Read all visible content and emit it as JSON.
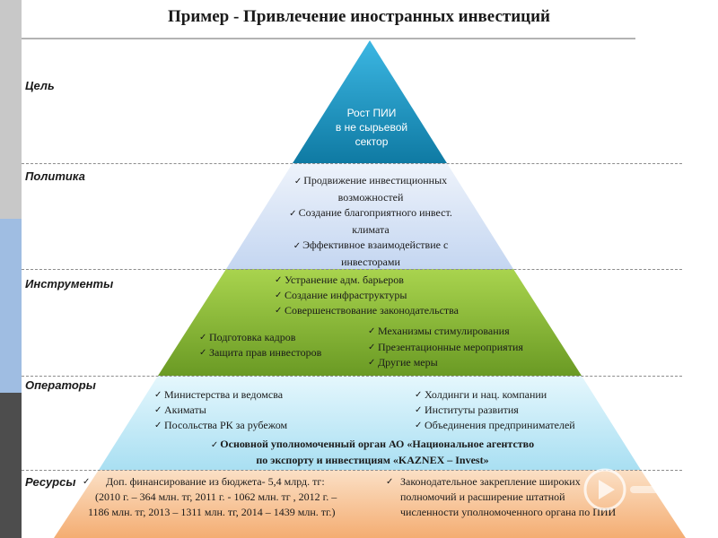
{
  "title": "Пример - Привлечение иностранных инвестиций",
  "levels": {
    "goal": "Цель",
    "policy": "Политика",
    "tools": "Инструменты",
    "operators": "Операторы",
    "resources": "Ресурсы"
  },
  "apex": {
    "line1": "Рост ПИИ",
    "line2": "в не сырьевой",
    "line3": "сектор"
  },
  "policy_items": [
    "Продвижение инвестиционных возможностей",
    "Создание благоприятного инвест. климата",
    "Эффективное взаимодействие с инвесторами"
  ],
  "tools": {
    "top": [
      "Устранение адм. барьеров",
      "Создание инфраструктуры",
      "Совершенствование законодательства"
    ],
    "left": [
      "Подготовка кадров",
      "Защита прав инвесторов"
    ],
    "right": [
      "Механизмы стимулирования",
      "Презентационные мероприятия",
      "Другие меры"
    ]
  },
  "operators": {
    "left": [
      "Министерства и ведомсва",
      "Акиматы",
      "Посольства РК  за рубежом"
    ],
    "right": [
      "Холдинги и нац. компании",
      "Институты развития",
      "Объединения предпринимателей"
    ],
    "main_line1": "Основной уполномоченный орган АО «Национальное агентство",
    "main_line2": "по экспорту и инвестициям   «KAZNEX – Invest»"
  },
  "resources": {
    "left_line1": "Доп. финансирование из бюджета- 5,4 млрд. тг:",
    "left_line2": "(2010 г. – 364 млн. тг, 2011 г. -  1062 млн. тг , 2012 г. –",
    "left_line3": "1186 млн. тг, 2013 – 1311 млн. тг, 2014 – 1439 млн. тг.)",
    "right_line1": "Законодательное закрепление широких",
    "right_line2": "полномочий и расширение штатной",
    "right_line3": "численности уполномоченного органа по ПИИ"
  },
  "colors": {
    "apex": "#1a8fb8",
    "policy": "#d6e3f7",
    "tools": "#8fbf3a",
    "operators": "#c9ecf8",
    "resources": "#f7c69b",
    "sidebar_top": "#c8c8c8",
    "sidebar_mid": "#9fbde2",
    "sidebar_bottom": "#4d4d4d"
  }
}
